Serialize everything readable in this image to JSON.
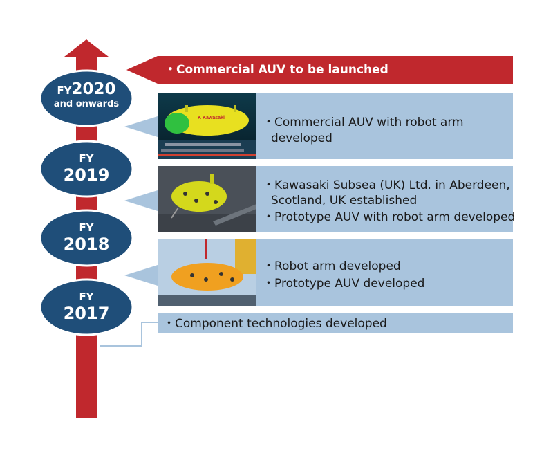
{
  "colors": {
    "timeline_arrow": "#c0282d",
    "oval_fill": "#1f4e79",
    "panel_fill": "#a9c4dd",
    "banner_fill": "#c0282d",
    "connector": "#a9c4dd"
  },
  "milestones": [
    {
      "prefix": "FY",
      "year": "2020",
      "suffix": "and onwards"
    },
    {
      "prefix": "FY",
      "year": "2019"
    },
    {
      "prefix": "FY",
      "year": "2018"
    },
    {
      "prefix": "FY",
      "year": "2017"
    }
  ],
  "entries": {
    "fy2020_launch": "・Commercial AUV to be launched",
    "fy2020_robot_arm_line1": "・Commercial AUV with robot arm",
    "fy2020_robot_arm_line2": "developed",
    "fy2019_subsea_line1": "・Kawasaki Subsea (UK) Ltd. in Aberdeen,",
    "fy2019_subsea_line2": "Scotland, UK established",
    "fy2019_prototype": "・Prototype AUV with robot arm developed",
    "fy2018_robot_arm": "・Robot arm developed",
    "fy2018_prototype": "・Prototype AUV developed",
    "fy2017_components": "・Component technologies developed"
  },
  "photos": {
    "auv_logo_text": "K Kawasaki"
  }
}
